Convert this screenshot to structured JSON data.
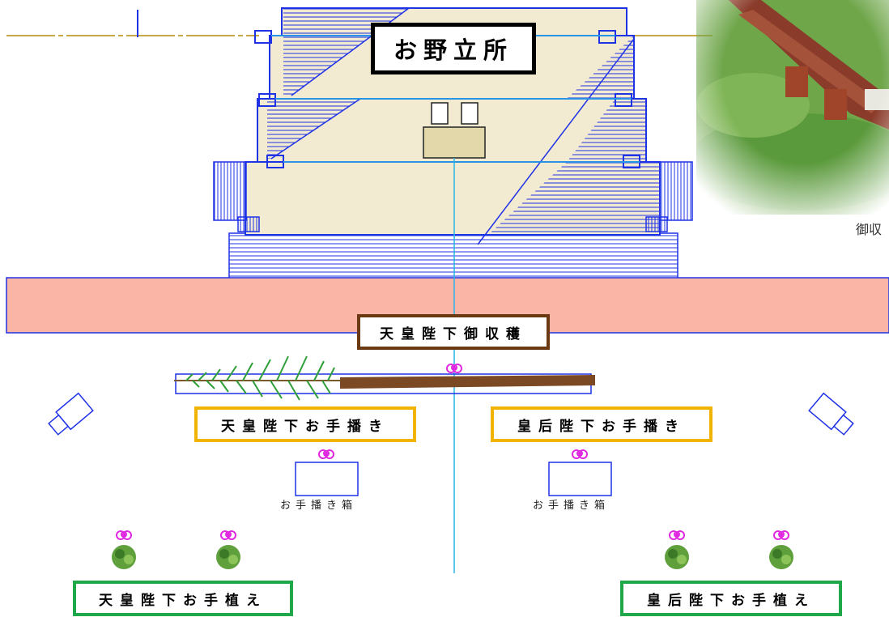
{
  "labels": {
    "main_title": "お野立所",
    "harvest": "天皇陛下御収穫",
    "emperor_sowing": "天皇陛下お手播き",
    "empress_sowing": "皇后陛下お手播き",
    "emperor_planting": "天皇陛下お手植え",
    "empress_planting": "皇后陛下お手植え",
    "sowing_box": "お手播き箱",
    "photo_caption": "御収"
  },
  "colors": {
    "stage_floor": "#f3ead2",
    "blueprint_blue": "#1e32e6",
    "axis_cyan": "#2ab4e6",
    "road_pink": "#fbb5a7",
    "gold_line": "#c8a94a",
    "table": "#e3d8aa",
    "marker_magenta": "#e028e0",
    "harvest_border": "#6b3a12",
    "sowing_border": "#f0b400",
    "planting_border": "#1fa84a",
    "log_brown": "#7b4a25",
    "grass_green": "#5fa03c"
  },
  "icons": [
    "camera-icon",
    "flower-marker-icon",
    "shrub-icon",
    "pine-sapling-icon"
  ]
}
